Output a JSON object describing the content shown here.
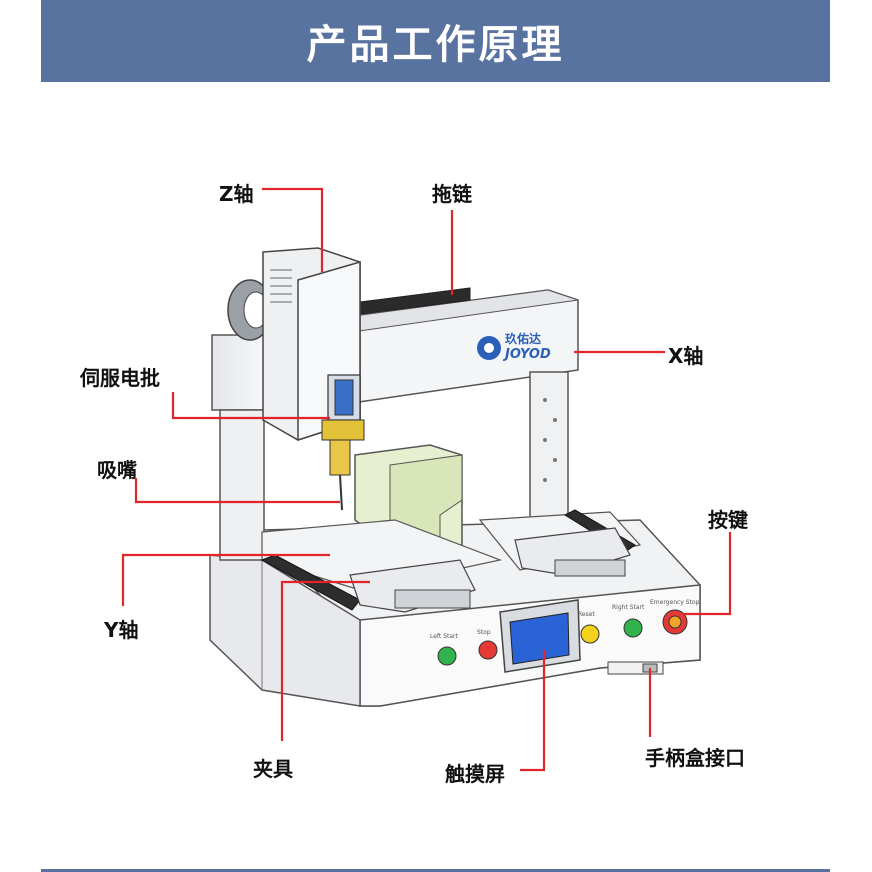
{
  "header": {
    "title": "产品工作原理"
  },
  "brand": {
    "logo_cn": "玖佑达",
    "logo_en": "JOYOD"
  },
  "labels": {
    "z_axis": "Z轴",
    "drag_chain": "拖链",
    "x_axis": "X轴",
    "servo_driver": "伺服电批",
    "suction_nozzle": "吸嘴",
    "buttons": "按键",
    "y_axis": "Y轴",
    "fixture": "夹具",
    "touch_screen": "触摸屏",
    "handle_box_port": "手柄盒接口"
  },
  "panel": {
    "left_start": "Left Start",
    "stop": "Stop",
    "reset": "Reset",
    "right_start": "Right Start",
    "emergency_stop": "Emergency Stop"
  },
  "colors": {
    "header_bg": "#58739f",
    "leader_line": "#e0262b",
    "green_button": "#2fb34a",
    "red_button": "#e53935",
    "yellow_button": "#f2d21b",
    "screen": "#2a63d6"
  }
}
